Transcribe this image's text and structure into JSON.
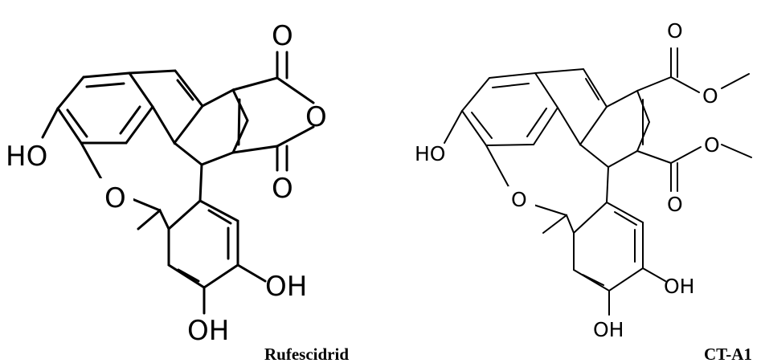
{
  "molecules": [
    {
      "name": "Rufescidrid",
      "atoms": {
        "ho": "HO",
        "ring_o": "O",
        "anhydride_o_top": "O",
        "anhydride_o_ring": "O",
        "anhydride_o_bottom": "O",
        "oh_right": "OH",
        "oh_bottom": "OH"
      }
    },
    {
      "name": "CT-A1",
      "atoms": {
        "ho": "HO",
        "ring_o": "O",
        "ester1_carbonyl_o": "O",
        "ester1_o": "O",
        "ester2_o": "O",
        "ester2_carbonyl_o": "O",
        "oh_right": "OH",
        "oh_bottom": "OH"
      }
    }
  ],
  "colors": {
    "background": "#ffffff",
    "ink": "#000000"
  }
}
